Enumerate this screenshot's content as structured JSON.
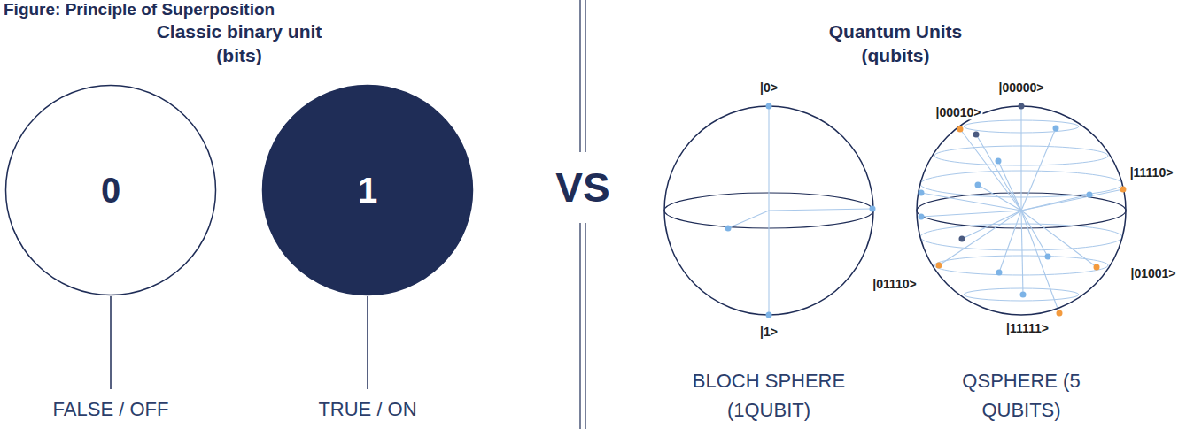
{
  "diagram": {
    "title": "Figure: Principle of Superposition",
    "nodes": [
      {
        "text": [
          "0"
        ]
      },
      {
        "text": [
          "1"
        ]
      },
      {
        "text": [
          "|0>",
          "|1>"
        ]
      },
      {
        "text": [
          "|00000>",
          "|00010>",
          "|11110>",
          "|01110>",
          "|01001>",
          "|11111>"
        ]
      }
    ],
    "labels": [
      "Classic binary unit (bits)",
      "Quantum Units (qubits)",
      "FALSE / OFF",
      "TRUE / ON",
      "VS",
      "BLOCH SPHERE (1QUBIT)",
      "QSPHERE (5 QUBITS)"
    ]
  }
}
